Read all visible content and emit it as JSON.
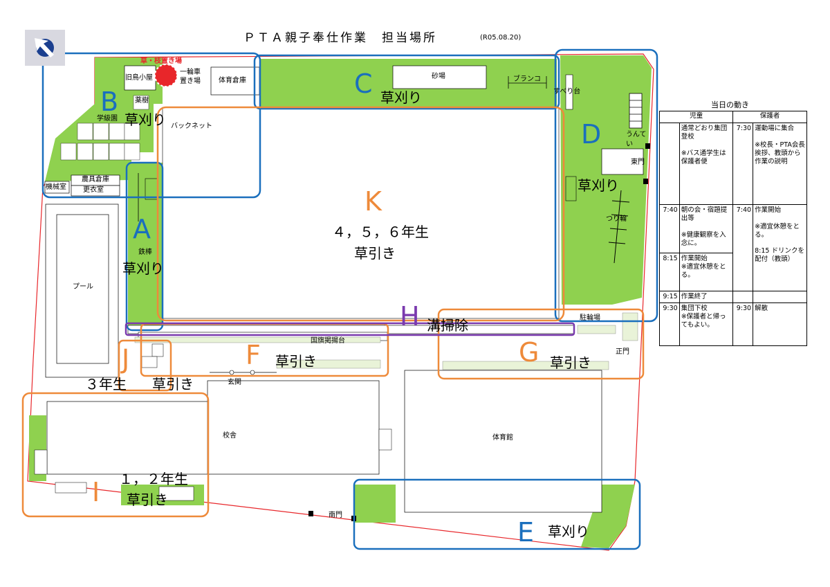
{
  "title": "ＰＴＡ親子奉仕作業　担当場所",
  "date": "(R05.08.20)",
  "colors": {
    "grass": "#8fd14f",
    "blue_zone": "#1a6fbd",
    "orange_zone": "#ee8a3a",
    "purple_zone": "#7a3aae",
    "boundary": "#e8262a"
  },
  "icons": {
    "compass": "north-arrow-icon"
  },
  "places": {
    "grass_storage": "草・枝置き場",
    "old_hut": "旧鳥小屋",
    "wheelbarrow": "一輪車\n置き場",
    "gym_storage": "体育倉庫",
    "sandbox": "砂場",
    "swing": "ブランコ",
    "slide": "すべり台",
    "herb": "薬樹",
    "class_garden": "学級園",
    "backnet": "バックネット",
    "farm_storage": "農具倉庫",
    "machine_room": "機械室",
    "changing_room": "更衣室",
    "pool": "プール",
    "iron_bar": "鉄棒",
    "unteii": "うんて\nい",
    "east_gate": "東門",
    "ring": "つり輪",
    "flag_stand": "国旗掲揚台",
    "entrance": "玄関",
    "school_building": "校舎",
    "gymnasium": "体育館",
    "south_gate": "南門",
    "main_gate": "正門",
    "parking": "駐輪場"
  },
  "zones": {
    "A": {
      "letter": "A",
      "task": "草刈り"
    },
    "B": {
      "letter": "B",
      "task": "草刈り"
    },
    "C": {
      "letter": "C",
      "task": "草刈り"
    },
    "D": {
      "letter": "D",
      "task": "草刈り"
    },
    "E": {
      "letter": "E",
      "task": "草刈り"
    },
    "F": {
      "letter": "F",
      "task": "草引き"
    },
    "G": {
      "letter": "G",
      "task": "草引き"
    },
    "H": {
      "letter": "H",
      "task": "溝掃除"
    },
    "I": {
      "letter": "I",
      "task": "草引き",
      "grade": "１，２年生"
    },
    "J": {
      "letter": "J",
      "task": "草引き",
      "grade": "３年生"
    },
    "K": {
      "letter": "K",
      "task": "草引き",
      "grade": "４，５，６年生"
    }
  },
  "schedule": {
    "title": "当日の動き",
    "headers": [
      "児童",
      "保護者"
    ],
    "rows": [
      {
        "t1": "",
        "child": "通常どおり集団登校\n\n※バス通学生は保護者便",
        "t2": "7:30",
        "parent": "運動場に集合\n\n※校長・PTA会長挨拶、教頭から作業の説明"
      },
      {
        "t1": "7:40",
        "child": "朝の会・宿題提出等\n\n※健康観察を入念に。",
        "t2": "7:40",
        "parent": "作業開始\n\n※適宜休憩をとる。\n\n8:15 ドリンクを配付（教頭）"
      },
      {
        "t1": "8:15",
        "child": "作業開始\n※適宜休憩をとる。",
        "t2": "",
        "parent": ""
      },
      {
        "t1": "9:15",
        "child": "作業終了",
        "t2": "",
        "parent": ""
      },
      {
        "t1": "9:30",
        "child": "集団下校\n※保護者と帰ってもよい。",
        "t2": "9:30",
        "parent": "解散"
      }
    ]
  }
}
